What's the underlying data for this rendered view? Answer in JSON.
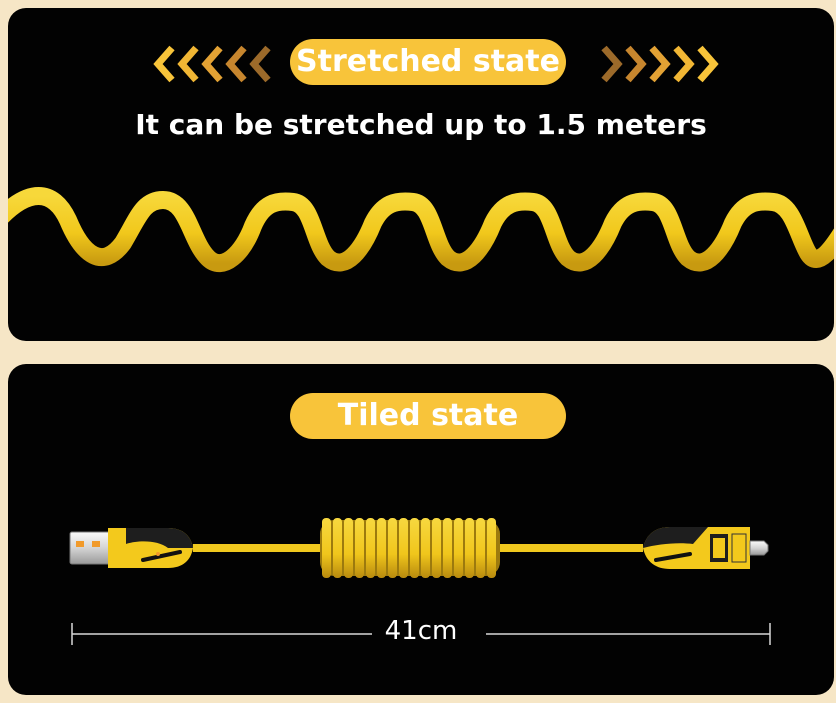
{
  "stretched": {
    "badge_label": "Stretched state",
    "description": "It can be stretched up to 1.5 meters"
  },
  "tiled": {
    "badge_label": "Tiled state",
    "length_label": "41cm"
  },
  "colors": {
    "accent_yellow": "#f8c43a",
    "cable_yellow": "#f3cf20",
    "panel_black": "#020202",
    "page_background": "#f6e6c6"
  }
}
